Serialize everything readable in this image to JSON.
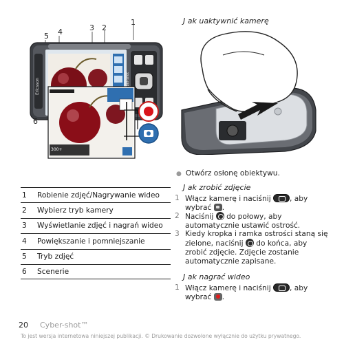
{
  "callouts": [
    "1",
    "2",
    "3",
    "4",
    "5",
    "6"
  ],
  "phone_screen": {
    "brand_label": "Ericsson",
    "side_label": "Cyber-shot",
    "preview_counter": "300+"
  },
  "legend": [
    {
      "num": "1",
      "text": "Robienie zdjęć/Nagrywanie wideo"
    },
    {
      "num": "2",
      "text": "Wybierz tryb kamery"
    },
    {
      "num": "3",
      "text": "Wyświetlanie zdjęć i nagrań wideo"
    },
    {
      "num": "4",
      "text": "Powiększanie i pomniejszanie"
    },
    {
      "num": "5",
      "text": "Tryb zdjęć"
    },
    {
      "num": "6",
      "text": "Scenerie"
    }
  ],
  "activate_section": {
    "heading": "J ak uaktywnić kamerę",
    "bullet": "Otwórz osłonę obiektywu."
  },
  "photo_section": {
    "heading": "J ak zrobić zdjęcie",
    "steps": [
      {
        "num": "1",
        "text_before": "Włącz kamerę i naciśnij",
        "text_mid": ", aby",
        "text_line2_before": "wybrać",
        "text_after": "."
      },
      {
        "num": "2",
        "text_before": "Naciśnij",
        "text_after": "do połowy, aby",
        "text_line2": "automatycznie ustawić ostrość."
      },
      {
        "num": "3",
        "text_line1": "Kiedy kropka i ramka ostrości staną się",
        "text_line2_before": "zielone, naciśnij",
        "text_line2_after": "do końca, aby",
        "text_line3": "zrobić zdjęcie. Zdjęcie zostanie",
        "text_line4": "automatycznie zapisane."
      }
    ]
  },
  "video_section": {
    "heading": "J ak nagrać wideo",
    "steps": [
      {
        "num": "1",
        "text_before": "Włącz kamerę i naciśnij",
        "text_mid": ", aby",
        "text_line2_before": "wybrać",
        "text_after": "."
      }
    ]
  },
  "footer": {
    "page_number": "20",
    "product_name": "Cyber-shot™",
    "notice": "To jest wersja internetowa niniejszej publikacji. © Drukowanie dozwolone wyłącznie do użytku prywatnego."
  }
}
